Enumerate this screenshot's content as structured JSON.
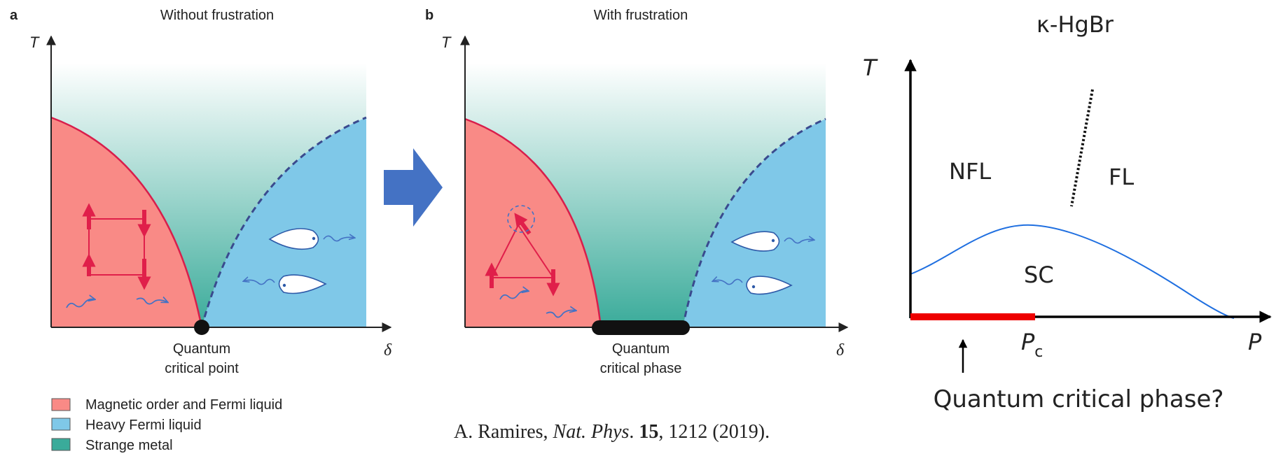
{
  "panel_a": {
    "letter": "a",
    "title": "Without frustration",
    "t_axis": "T",
    "x_axis": "δ",
    "qc_label_1": "Quantum",
    "qc_label_2": "critical point"
  },
  "panel_b": {
    "letter": "b",
    "title": "With frustration",
    "t_axis": "T",
    "x_axis": "δ",
    "qc_label_1": "Quantum",
    "qc_label_2": "critical phase"
  },
  "legend": [
    {
      "label": "Magnetic order and Fermi liquid",
      "color": "#f98a86"
    },
    {
      "label": "Heavy Fermi liquid",
      "color": "#7fc8e8"
    },
    {
      "label": "Strange metal",
      "color": "#3aab9a"
    }
  ],
  "colors": {
    "magnetic": "#f98a86",
    "heavy_fl": "#7fc8e8",
    "strange_metal": "#3aab9a",
    "spin": "#e01f4a",
    "arrow_blue": "#4472c4",
    "sc_curve": "#1f6fe0",
    "qc_phase_bar": "#ee0000"
  },
  "panel_c": {
    "title": "κ-HgBr",
    "t_axis": "T",
    "p_axis": "P",
    "pc_main": "P",
    "pc_sub": "c",
    "nfl": "NFL",
    "fl": "FL",
    "sc": "SC",
    "question": "Quantum critical phase?"
  },
  "citation": {
    "author": "A. Ramires, ",
    "journal": "Nat. Phys",
    "sep": ". ",
    "volume": "15",
    "rest": ", 1212 (2019)."
  }
}
